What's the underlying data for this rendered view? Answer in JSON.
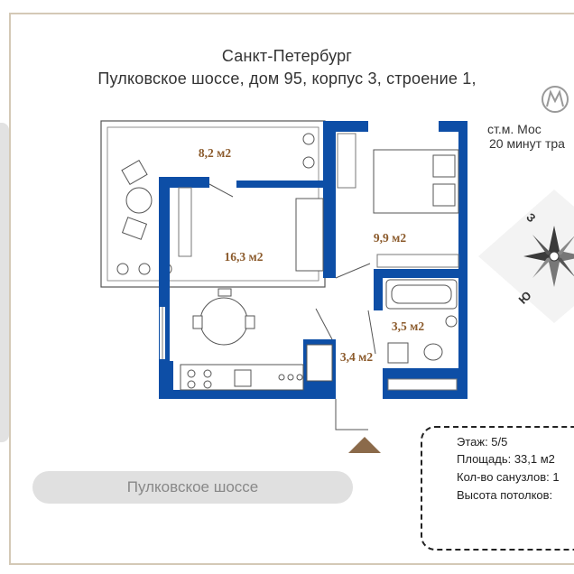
{
  "header": {
    "city": "Санкт-Петербург",
    "address": "Пулковское шоссе, дом 95, корпус 3, строение 1,"
  },
  "metro": {
    "station": "ст.м. Мос",
    "walk_time": "20 минут тра"
  },
  "compass": {
    "west": "З",
    "south": "Ю"
  },
  "rooms": {
    "balcony": "8,2 м2",
    "kitchen_living": "16,3 м2",
    "bedroom": "9,9 м2",
    "hall": "3,4 м2",
    "bathroom": "3,5 м2"
  },
  "street": {
    "name": "Пулковское шоссе"
  },
  "info": {
    "floor": "Этаж: 5/5",
    "area": "Площадь: 33,1 м2",
    "bathrooms": "Кол-во санузлов: 1",
    "ceiling": "Высота потолков: "
  },
  "colors": {
    "wall": "#0d4ea6",
    "area_text": "#8b5a2b",
    "entrance_arrow": "#8b6a4a"
  }
}
